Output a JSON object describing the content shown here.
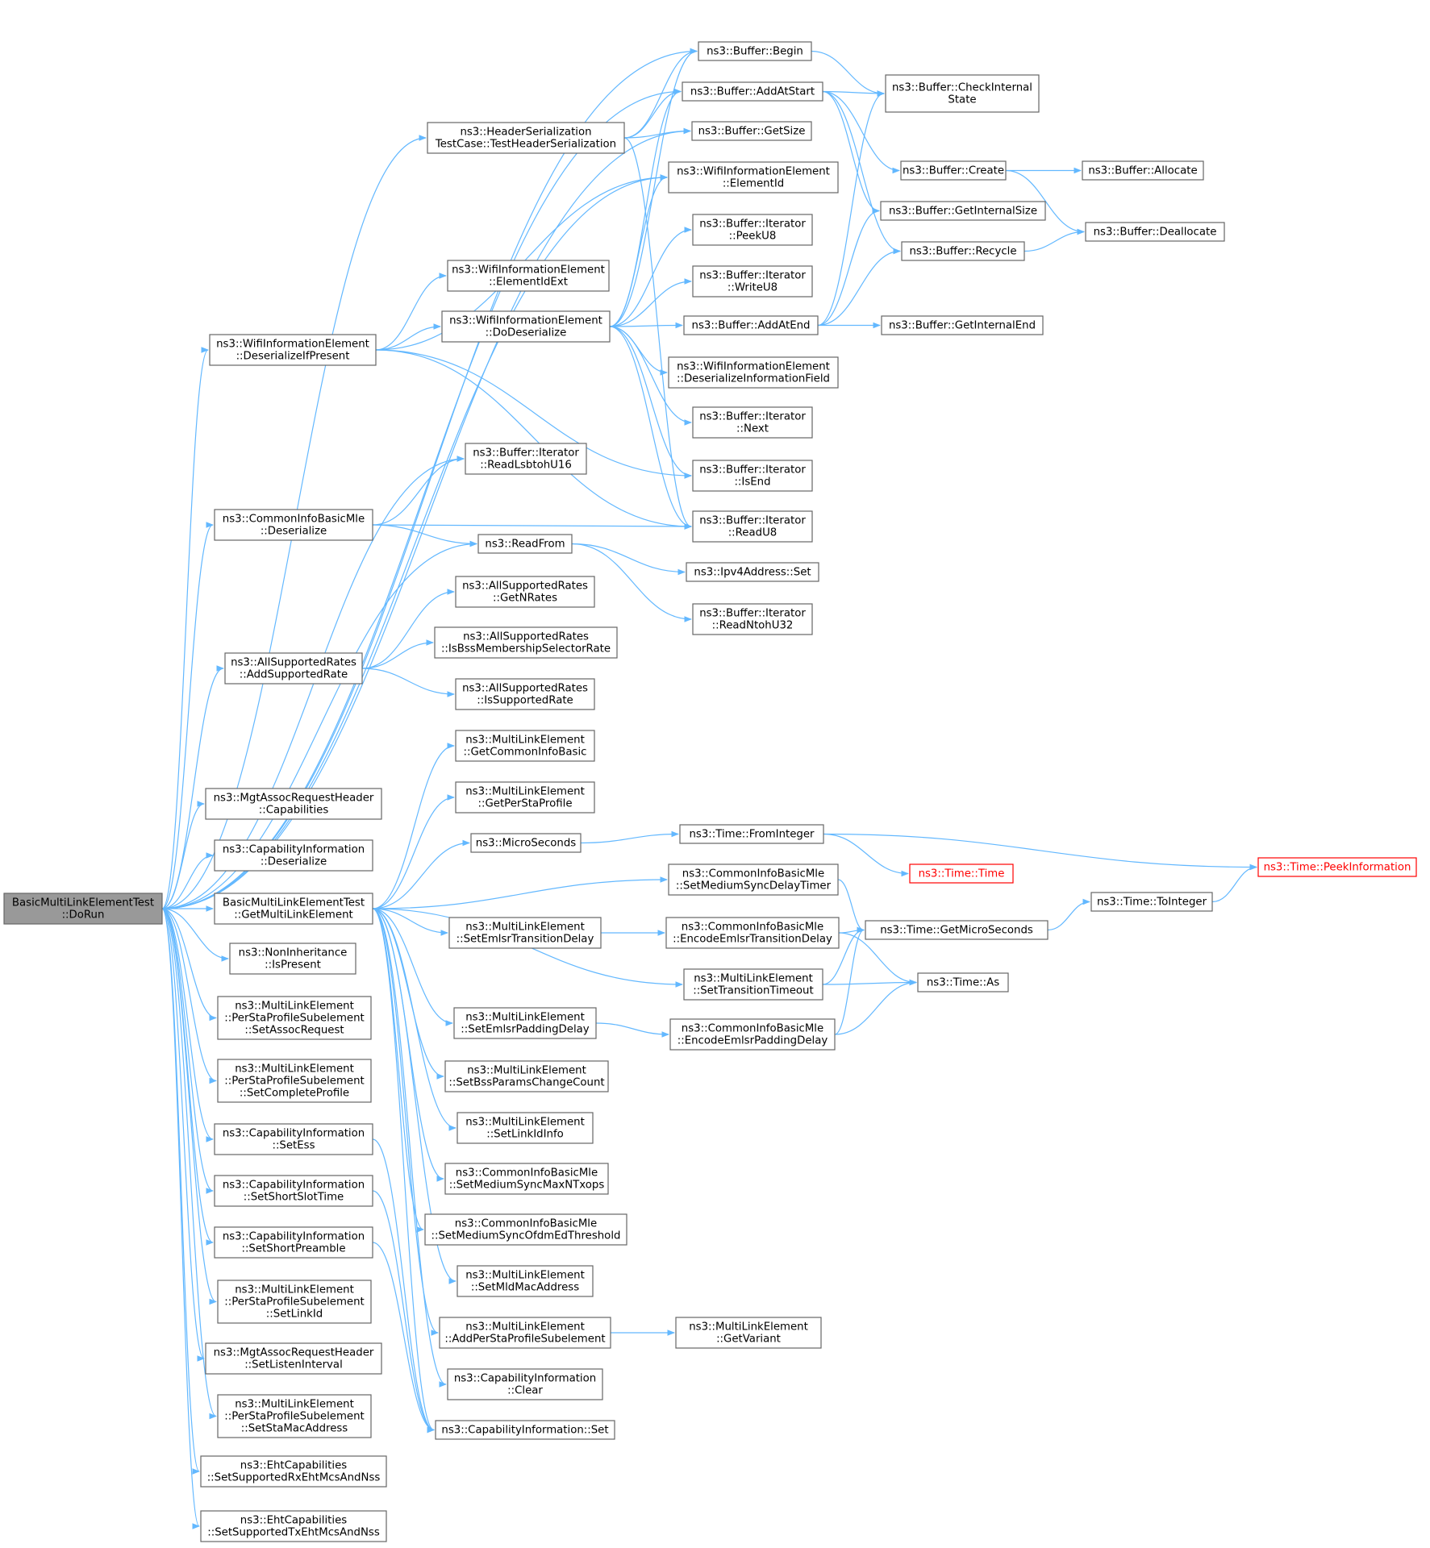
{
  "nodes": [
    {
      "id": "root",
      "lines": [
        "BasicMultiLinkElementTest",
        "::DoRun"
      ],
      "kind": "root"
    },
    {
      "id": "begin",
      "lines": [
        "ns3::Buffer::Begin"
      ]
    },
    {
      "id": "checkint",
      "lines": [
        "ns3::Buffer::CheckInternal",
        "State"
      ]
    },
    {
      "id": "addatstart",
      "lines": [
        "ns3::Buffer::AddAtStart"
      ]
    },
    {
      "id": "hdrser",
      "lines": [
        "ns3::HeaderSerialization",
        "TestCase::TestHeaderSerialization"
      ]
    },
    {
      "id": "getsize",
      "lines": [
        "ns3::Buffer::GetSize"
      ]
    },
    {
      "id": "create",
      "lines": [
        "ns3::Buffer::Create"
      ]
    },
    {
      "id": "allocate",
      "lines": [
        "ns3::Buffer::Allocate"
      ]
    },
    {
      "id": "elemid",
      "lines": [
        "ns3::WifiInformationElement",
        "::ElementId"
      ]
    },
    {
      "id": "getintsize",
      "lines": [
        "ns3::Buffer::GetInternalSize"
      ]
    },
    {
      "id": "dealloc",
      "lines": [
        "ns3::Buffer::Deallocate"
      ]
    },
    {
      "id": "peeku8",
      "lines": [
        "ns3::Buffer::Iterator",
        "::PeekU8"
      ]
    },
    {
      "id": "recycle",
      "lines": [
        "ns3::Buffer::Recycle"
      ]
    },
    {
      "id": "elemidext",
      "lines": [
        "ns3::WifiInformationElement",
        "::ElementIdExt"
      ]
    },
    {
      "id": "writeu8",
      "lines": [
        "ns3::Buffer::Iterator",
        "::WriteU8"
      ]
    },
    {
      "id": "dodeser",
      "lines": [
        "ns3::WifiInformationElement",
        "::DoDeserialize"
      ]
    },
    {
      "id": "addatend",
      "lines": [
        "ns3::Buffer::AddAtEnd"
      ]
    },
    {
      "id": "getintend",
      "lines": [
        "ns3::Buffer::GetInternalEnd"
      ]
    },
    {
      "id": "deserifp",
      "lines": [
        "ns3::WifiInformationElement",
        "::DeserializeIfPresent"
      ]
    },
    {
      "id": "deserinf",
      "lines": [
        "ns3::WifiInformationElement",
        "::DeserializeInformationField"
      ]
    },
    {
      "id": "next",
      "lines": [
        "ns3::Buffer::Iterator",
        "::Next"
      ]
    },
    {
      "id": "readlsb",
      "lines": [
        "ns3::Buffer::Iterator",
        "::ReadLsbtohU16"
      ]
    },
    {
      "id": "isend",
      "lines": [
        "ns3::Buffer::Iterator",
        "::IsEnd"
      ]
    },
    {
      "id": "cibdeser",
      "lines": [
        "ns3::CommonInfoBasicMle",
        "::Deserialize"
      ]
    },
    {
      "id": "readu8",
      "lines": [
        "ns3::Buffer::Iterator",
        "::ReadU8"
      ]
    },
    {
      "id": "readfrom",
      "lines": [
        "ns3::ReadFrom"
      ]
    },
    {
      "id": "ipv4set",
      "lines": [
        "ns3::Ipv4Address::Set"
      ]
    },
    {
      "id": "getnrates",
      "lines": [
        "ns3::AllSupportedRates",
        "::GetNRates"
      ]
    },
    {
      "id": "readntoh",
      "lines": [
        "ns3::Buffer::Iterator",
        "::ReadNtohU32"
      ]
    },
    {
      "id": "addsuprate",
      "lines": [
        "ns3::AllSupportedRates",
        "::AddSupportedRate"
      ]
    },
    {
      "id": "isbss",
      "lines": [
        "ns3::AllSupportedRates",
        "::IsBssMembershipSelectorRate"
      ]
    },
    {
      "id": "issup",
      "lines": [
        "ns3::AllSupportedRates",
        "::IsSupportedRate"
      ]
    },
    {
      "id": "getcib",
      "lines": [
        "ns3::MultiLinkElement",
        "::GetCommonInfoBasic"
      ]
    },
    {
      "id": "mgtcap",
      "lines": [
        "ns3::MgtAssocRequestHeader",
        "::Capabilities"
      ]
    },
    {
      "id": "getpsp",
      "lines": [
        "ns3::MultiLinkElement",
        "::GetPerStaProfile"
      ]
    },
    {
      "id": "microsec",
      "lines": [
        "ns3::MicroSeconds"
      ]
    },
    {
      "id": "fromint",
      "lines": [
        "ns3::Time::FromInteger"
      ]
    },
    {
      "id": "capdeser",
      "lines": [
        "ns3::CapabilityInformation",
        "::Deserialize"
      ]
    },
    {
      "id": "peekinfo",
      "lines": [
        "ns3::Time::PeekInformation"
      ],
      "kind": "trunc"
    },
    {
      "id": "timetime",
      "lines": [
        "ns3::Time::Time"
      ],
      "kind": "trunc"
    },
    {
      "id": "setmsdt",
      "lines": [
        "ns3::CommonInfoBasicMle",
        "::SetMediumSyncDelayTimer"
      ]
    },
    {
      "id": "getmle",
      "lines": [
        "BasicMultiLinkElementTest",
        "::GetMultiLinkElement"
      ]
    },
    {
      "id": "toint",
      "lines": [
        "ns3::Time::ToInteger"
      ]
    },
    {
      "id": "setetd",
      "lines": [
        "ns3::MultiLinkElement",
        "::SetEmlsrTransitionDelay"
      ]
    },
    {
      "id": "encetd",
      "lines": [
        "ns3::CommonInfoBasicMle",
        "::EncodeEmlsrTransitionDelay"
      ]
    },
    {
      "id": "getmicro",
      "lines": [
        "ns3::Time::GetMicroSeconds"
      ]
    },
    {
      "id": "noninh",
      "lines": [
        "ns3::NonInheritance",
        "::IsPresent"
      ]
    },
    {
      "id": "settt",
      "lines": [
        "ns3::MultiLinkElement",
        "::SetTransitionTimeout"
      ]
    },
    {
      "id": "timeas",
      "lines": [
        "ns3::Time::As"
      ]
    },
    {
      "id": "setassocreq",
      "lines": [
        "ns3::MultiLinkElement",
        "::PerStaProfileSubelement",
        "::SetAssocRequest"
      ]
    },
    {
      "id": "setepd",
      "lines": [
        "ns3::MultiLinkElement",
        "::SetEmlsrPaddingDelay"
      ]
    },
    {
      "id": "encepd",
      "lines": [
        "ns3::CommonInfoBasicMle",
        "::EncodeEmlsrPaddingDelay"
      ]
    },
    {
      "id": "setcompl",
      "lines": [
        "ns3::MultiLinkElement",
        "::PerStaProfileSubelement",
        "::SetCompleteProfile"
      ]
    },
    {
      "id": "setbpcc",
      "lines": [
        "ns3::MultiLinkElement",
        "::SetBssParamsChangeCount"
      ]
    },
    {
      "id": "setlinkidinfo",
      "lines": [
        "ns3::MultiLinkElement",
        "::SetLinkIdInfo"
      ]
    },
    {
      "id": "capsetess",
      "lines": [
        "ns3::CapabilityInformation",
        "::SetEss"
      ]
    },
    {
      "id": "setmsmax",
      "lines": [
        "ns3::CommonInfoBasicMle",
        "::SetMediumSyncMaxNTxops"
      ]
    },
    {
      "id": "capsetsst",
      "lines": [
        "ns3::CapabilityInformation",
        "::SetShortSlotTime"
      ]
    },
    {
      "id": "setmsofdm",
      "lines": [
        "ns3::CommonInfoBasicMle",
        "::SetMediumSyncOfdmEdThreshold"
      ]
    },
    {
      "id": "capsetsp",
      "lines": [
        "ns3::CapabilityInformation",
        "::SetShortPreamble"
      ]
    },
    {
      "id": "setmldmac",
      "lines": [
        "ns3::MultiLinkElement",
        "::SetMldMacAddress"
      ]
    },
    {
      "id": "setlinkid",
      "lines": [
        "ns3::MultiLinkElement",
        "::PerStaProfileSubelement",
        "::SetLinkId"
      ]
    },
    {
      "id": "addpsp",
      "lines": [
        "ns3::MultiLinkElement",
        "::AddPerStaProfileSubelement"
      ]
    },
    {
      "id": "getvariant",
      "lines": [
        "ns3::MultiLinkElement",
        "::GetVariant"
      ]
    },
    {
      "id": "mgtsetli",
      "lines": [
        "ns3::MgtAssocRequestHeader",
        "::SetListenInterval"
      ]
    },
    {
      "id": "capclear",
      "lines": [
        "ns3::CapabilityInformation",
        "::Clear"
      ]
    },
    {
      "id": "setstamac",
      "lines": [
        "ns3::MultiLinkElement",
        "::PerStaProfileSubelement",
        "::SetStaMacAddress"
      ]
    },
    {
      "id": "capset",
      "lines": [
        "ns3::CapabilityInformation::Set"
      ]
    },
    {
      "id": "ehtrx",
      "lines": [
        "ns3::EhtCapabilities",
        "::SetSupportedRxEhtMcsAndNss"
      ]
    },
    {
      "id": "ehttx",
      "lines": [
        "ns3::EhtCapabilities",
        "::SetSupportedTxEhtMcsAndNss"
      ]
    }
  ],
  "edges": [
    [
      "root",
      "begin"
    ],
    [
      "root",
      "addatstart"
    ],
    [
      "root",
      "hdrser"
    ],
    [
      "root",
      "getsize"
    ],
    [
      "root",
      "elemid"
    ],
    [
      "root",
      "deserifp"
    ],
    [
      "root",
      "readlsb"
    ],
    [
      "root",
      "cibdeser"
    ],
    [
      "root",
      "readfrom"
    ],
    [
      "root",
      "addsuprate"
    ],
    [
      "root",
      "mgtcap"
    ],
    [
      "root",
      "capdeser"
    ],
    [
      "root",
      "getmle"
    ],
    [
      "root",
      "noninh"
    ],
    [
      "root",
      "setassocreq"
    ],
    [
      "root",
      "setcompl"
    ],
    [
      "root",
      "capsetess"
    ],
    [
      "root",
      "capsetsst"
    ],
    [
      "root",
      "capsetsp"
    ],
    [
      "root",
      "setlinkid"
    ],
    [
      "root",
      "mgtsetli"
    ],
    [
      "root",
      "setstamac"
    ],
    [
      "root",
      "ehtrx"
    ],
    [
      "root",
      "ehttx"
    ],
    [
      "begin",
      "checkint"
    ],
    [
      "addatstart",
      "checkint"
    ],
    [
      "addatstart",
      "create"
    ],
    [
      "addatstart",
      "getintsize"
    ],
    [
      "addatstart",
      "recycle"
    ],
    [
      "hdrser",
      "begin"
    ],
    [
      "hdrser",
      "addatstart"
    ],
    [
      "hdrser",
      "getsize"
    ],
    [
      "hdrser",
      "readu8"
    ],
    [
      "create",
      "allocate"
    ],
    [
      "create",
      "dealloc"
    ],
    [
      "recycle",
      "dealloc"
    ],
    [
      "deserifp",
      "elemid"
    ],
    [
      "deserifp",
      "elemidext"
    ],
    [
      "deserifp",
      "dodeser"
    ],
    [
      "deserifp",
      "readu8"
    ],
    [
      "deserifp",
      "isend"
    ],
    [
      "dodeser",
      "begin"
    ],
    [
      "dodeser",
      "addatstart"
    ],
    [
      "dodeser",
      "elemid"
    ],
    [
      "dodeser",
      "peeku8"
    ],
    [
      "dodeser",
      "writeu8"
    ],
    [
      "dodeser",
      "addatend"
    ],
    [
      "dodeser",
      "deserinf"
    ],
    [
      "dodeser",
      "next"
    ],
    [
      "dodeser",
      "isend"
    ],
    [
      "dodeser",
      "readu8"
    ],
    [
      "addatend",
      "checkint"
    ],
    [
      "addatend",
      "getintsize"
    ],
    [
      "addatend",
      "recycle"
    ],
    [
      "addatend",
      "getintend"
    ],
    [
      "cibdeser",
      "readlsb"
    ],
    [
      "cibdeser",
      "readu8"
    ],
    [
      "cibdeser",
      "readfrom"
    ],
    [
      "readfrom",
      "ipv4set"
    ],
    [
      "readfrom",
      "readntoh"
    ],
    [
      "addsuprate",
      "getnrates"
    ],
    [
      "addsuprate",
      "isbss"
    ],
    [
      "addsuprate",
      "issup"
    ],
    [
      "getmle",
      "getcib"
    ],
    [
      "getmle",
      "getpsp"
    ],
    [
      "getmle",
      "microsec"
    ],
    [
      "getmle",
      "setmsdt"
    ],
    [
      "getmle",
      "setetd"
    ],
    [
      "getmle",
      "settt"
    ],
    [
      "getmle",
      "setepd"
    ],
    [
      "getmle",
      "setbpcc"
    ],
    [
      "getmle",
      "setlinkidinfo"
    ],
    [
      "getmle",
      "setmsmax"
    ],
    [
      "getmle",
      "setmsofdm"
    ],
    [
      "getmle",
      "setmldmac"
    ],
    [
      "getmle",
      "addpsp"
    ],
    [
      "getmle",
      "capclear"
    ],
    [
      "getmle",
      "capset"
    ],
    [
      "microsec",
      "fromint"
    ],
    [
      "fromint",
      "timetime"
    ],
    [
      "fromint",
      "peekinfo"
    ],
    [
      "setmsdt",
      "getmicro"
    ],
    [
      "setetd",
      "encetd"
    ],
    [
      "encetd",
      "getmicro"
    ],
    [
      "encetd",
      "timeas"
    ],
    [
      "getmicro",
      "toint"
    ],
    [
      "toint",
      "peekinfo"
    ],
    [
      "settt",
      "getmicro"
    ],
    [
      "settt",
      "timeas"
    ],
    [
      "setepd",
      "encepd"
    ],
    [
      "encepd",
      "getmicro"
    ],
    [
      "encepd",
      "timeas"
    ],
    [
      "addpsp",
      "getvariant"
    ],
    [
      "capsetess",
      "capset"
    ],
    [
      "capsetsst",
      "capset"
    ],
    [
      "capsetsp",
      "capset"
    ]
  ],
  "colors": {
    "edge": "#63b8ff",
    "root_fill": "#999999",
    "node_border": "#666666",
    "truncated": "#ff0000"
  }
}
